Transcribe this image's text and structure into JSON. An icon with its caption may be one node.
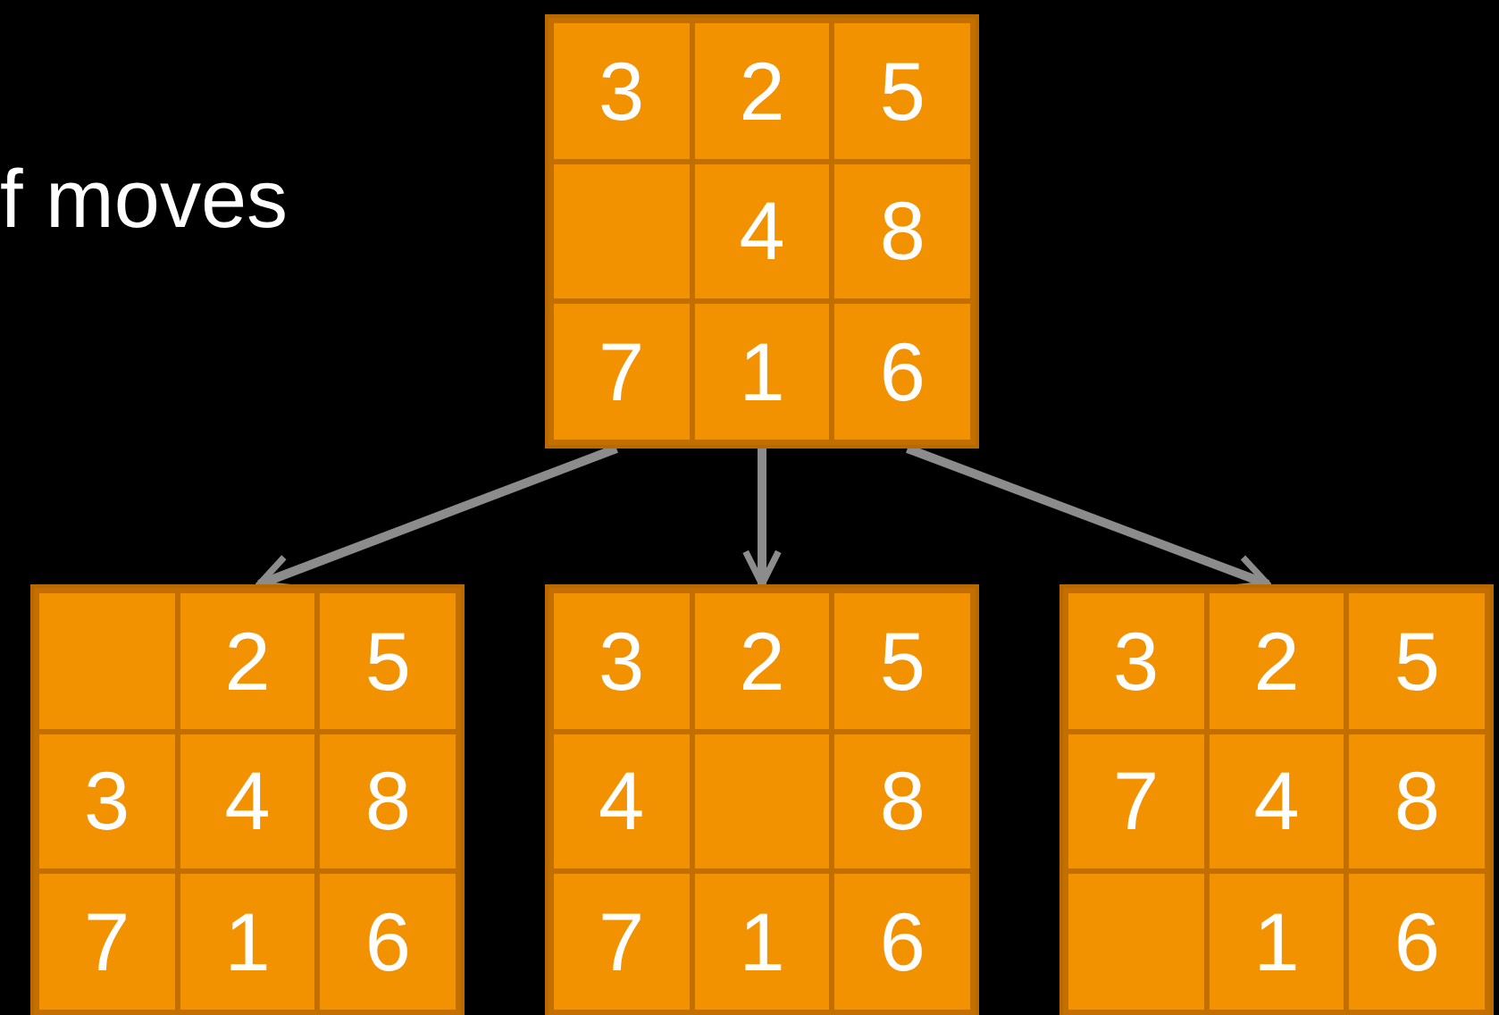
{
  "diagram": {
    "nodes": [
      {
        "text": [],
        "shape": "box"
      },
      {
        "text": [
          "3"
        ],
        "in": 0
      },
      {
        "text": [
          "2"
        ],
        "in": 0
      },
      {
        "text": [
          "5"
        ],
        "in": 0
      },
      {
        "text": [],
        "shape": "box",
        "in": 0
      },
      {
        "text": [
          "4"
        ],
        "in": 0
      },
      {
        "text": [
          "8"
        ],
        "in": 0
      },
      {
        "text": [
          "7"
        ],
        "in": 0
      },
      {
        "text": [
          "1"
        ],
        "in": 0
      },
      {
        "text": [
          "6"
        ],
        "in": 0
      },
      {
        "text": [],
        "shape": "box"
      },
      {
        "text": [],
        "shape": "box",
        "in": 10
      },
      {
        "text": [
          "2"
        ],
        "in": 10
      },
      {
        "text": [
          "5"
        ],
        "in": 10
      },
      {
        "text": [
          "3"
        ],
        "in": 10
      },
      {
        "text": [
          "4"
        ],
        "in": 10
      },
      {
        "text": [
          "8"
        ],
        "in": 10
      },
      {
        "text": [
          "7"
        ],
        "in": 10
      },
      {
        "text": [
          "1"
        ],
        "in": 10
      },
      {
        "text": [
          "6"
        ],
        "in": 10
      },
      {
        "text": [],
        "shape": "box"
      },
      {
        "text": [
          "3"
        ],
        "in": 20
      },
      {
        "text": [
          "2"
        ],
        "in": 20
      },
      {
        "text": [
          "5"
        ],
        "in": 20
      },
      {
        "text": [
          "4"
        ],
        "in": 20
      },
      {
        "text": [],
        "shape": "box",
        "in": 20
      },
      {
        "text": [
          "8"
        ],
        "in": 20
      },
      {
        "text": [
          "7"
        ],
        "in": 20
      },
      {
        "text": [
          "1"
        ],
        "in": 20
      },
      {
        "text": [
          "6"
        ],
        "in": 20
      },
      {
        "text": [],
        "shape": "box"
      },
      {
        "text": [
          "3"
        ],
        "in": 30
      },
      {
        "text": [
          "2"
        ],
        "in": 30
      },
      {
        "text": [
          "5"
        ],
        "in": 30
      },
      {
        "text": [
          "7"
        ],
        "in": 30
      },
      {
        "text": [
          "4"
        ],
        "in": 30
      },
      {
        "text": [
          "8"
        ],
        "in": 30
      },
      {
        "text": [],
        "shape": "box",
        "in": 30
      },
      {
        "text": [
          "1"
        ],
        "in": 30
      },
      {
        "text": [
          "6"
        ],
        "in": 30
      }
    ],
    "edges": [
      {
        "from": 0,
        "to": 10,
        "arrow": "to"
      },
      {
        "from": 0,
        "to": 20,
        "arrow": "to"
      },
      {
        "from": 0,
        "to": 30,
        "arrow": "to"
      }
    ],
    "labels": [
      "f moves"
    ]
  }
}
